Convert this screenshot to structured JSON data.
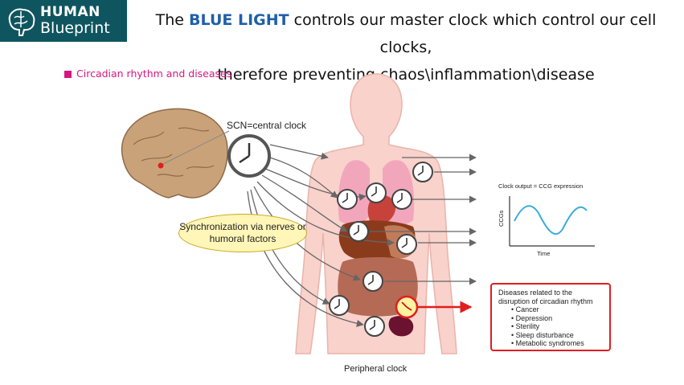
{
  "logo": {
    "line1": "HUMAN",
    "line2": "Blueprint"
  },
  "headline": {
    "highlight": "BLUE LIGHT",
    "pre": "The ",
    "post": " controls our master clock which control our cell clocks,",
    "line2": "therefore preventing chaos\\inflammation\\disease"
  },
  "figure": {
    "subtitle": "Circadian rhythm and diseases",
    "scn_label": "SCN=central clock",
    "sync_label": "Synchronization via nerves or humoral factors",
    "peripheral_label": "Peripheral clock",
    "graph": {
      "title": "Clock output = CCG expression",
      "ylabel": "CCGs",
      "xlabel": "Time"
    },
    "diseases": {
      "title": "Diseases related to the disruption of circadian rhythm",
      "items": [
        "Cancer",
        "Depression",
        "Sterility",
        "Sleep disturbance",
        "Metabolic syndromes"
      ]
    }
  },
  "colors": {
    "logo_bg": "#0f5560",
    "highlight": "#1f5fa8",
    "accent": "#d6177f",
    "alert": "#e01e1e"
  }
}
